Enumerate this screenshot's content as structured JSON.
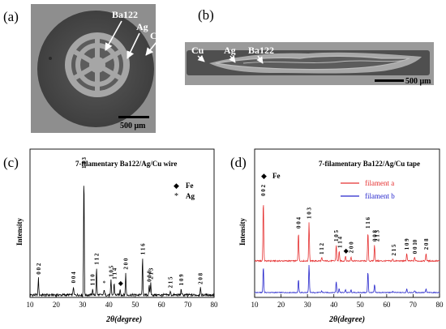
{
  "panels": {
    "a": {
      "label": "(a)",
      "scale_bar": "500 μm",
      "annotations": {
        "ba122": "Ba122",
        "ag": "Ag",
        "cu": "Cu"
      }
    },
    "b": {
      "label": "(b)",
      "scale_bar": "500 μm",
      "annotations": {
        "cu": "Cu",
        "ag": "Ag",
        "ba122": "Ba122"
      }
    },
    "c": {
      "label": "(c)"
    },
    "d": {
      "label": "(d)"
    }
  },
  "colors": {
    "black": "#000000",
    "red": "#e53030",
    "blue": "#2828cc",
    "sem_dark": "#4a4a4a",
    "sem_light": "#a8a8a8",
    "sem_bg": "#8f8f8f"
  },
  "chart_data": [
    {
      "type": "line",
      "title": "7-filamentary Ba122/Ag/Cu wire",
      "xlabel": "2θ(degree)",
      "ylabel": "Intensity",
      "xlim": [
        10,
        80
      ],
      "xticks": [
        10,
        20,
        30,
        40,
        50,
        60,
        70,
        80
      ],
      "grid": false,
      "legend": {
        "placement": "top-right",
        "entries": [
          {
            "symbol": "◆",
            "label": "Fe"
          },
          {
            "symbol": "*",
            "label": "Ag"
          }
        ]
      },
      "peaks": [
        {
          "x": 13.2,
          "y": 0.14
        },
        {
          "x": 26.5,
          "y": 0.07
        },
        {
          "x": 30.5,
          "y": 1.0
        },
        {
          "x": 33.8,
          "y": 0.05
        },
        {
          "x": 35.3,
          "y": 0.22
        },
        {
          "x": 38.2,
          "y": 0.05
        },
        {
          "x": 40.8,
          "y": 0.12
        },
        {
          "x": 42.0,
          "y": 0.1
        },
        {
          "x": 44.3,
          "y": 0.05
        },
        {
          "x": 46.4,
          "y": 0.18
        },
        {
          "x": 52.8,
          "y": 0.3
        },
        {
          "x": 55.3,
          "y": 0.08
        },
        {
          "x": 55.9,
          "y": 0.1
        },
        {
          "x": 63.4,
          "y": 0.03
        },
        {
          "x": 67.5,
          "y": 0.05
        },
        {
          "x": 74.8,
          "y": 0.06
        }
      ],
      "peak_labels": [
        {
          "text": "0 0 2",
          "x": 13.2
        },
        {
          "text": "0 0 4",
          "x": 26.5
        },
        {
          "text": "1 0 3",
          "x": 30.5
        },
        {
          "text": "1 1 0",
          "x": 33.8
        },
        {
          "text": "1 1 2",
          "x": 35.3
        },
        {
          "text": "1 0 5",
          "x": 40.8
        },
        {
          "text": "1 1 4",
          "x": 42.0
        },
        {
          "text": "2 0 0",
          "x": 46.4
        },
        {
          "text": "1 1 6",
          "x": 52.8
        },
        {
          "text": "0 0 8",
          "x": 55.3
        },
        {
          "text": "2 1 3",
          "x": 55.9
        },
        {
          "text": "2 1 5",
          "x": 63.4
        },
        {
          "text": "1 0 9",
          "x": 67.5
        },
        {
          "text": "2 0 8",
          "x": 74.8
        }
      ],
      "markers": [
        {
          "symbol": "*",
          "x": 38.2
        },
        {
          "symbol": "◆",
          "x": 44.5
        }
      ]
    },
    {
      "type": "line",
      "title": "7-filamentary Ba122/Ag/Cu tape",
      "xlabel": "2θ(degree)",
      "ylabel": "Intensity",
      "xlim": [
        10,
        80
      ],
      "xticks": [
        10,
        20,
        30,
        40,
        50,
        60,
        70,
        80
      ],
      "grid": false,
      "legend": {
        "placement": "top-right",
        "entries": [
          {
            "label": "filament a",
            "color": "#e53030"
          },
          {
            "label": "filament b",
            "color": "#2828cc"
          }
        ],
        "marker_note": {
          "symbol": "◆",
          "label": "Fe"
        }
      },
      "series": [
        {
          "name": "filament a",
          "color": "#e53030",
          "peaks": [
            {
              "x": 13.3,
              "y": 0.95
            },
            {
              "x": 26.6,
              "y": 0.45
            },
            {
              "x": 30.6,
              "y": 0.6
            },
            {
              "x": 35.4,
              "y": 0.05
            },
            {
              "x": 40.9,
              "y": 0.25
            },
            {
              "x": 42.0,
              "y": 0.15
            },
            {
              "x": 44.4,
              "y": 0.08
            },
            {
              "x": 46.5,
              "y": 0.07
            },
            {
              "x": 52.9,
              "y": 0.45
            },
            {
              "x": 55.4,
              "y": 0.25
            },
            {
              "x": 62.3,
              "y": 0.03
            },
            {
              "x": 67.6,
              "y": 0.12
            },
            {
              "x": 70.6,
              "y": 0.06
            },
            {
              "x": 74.9,
              "y": 0.12
            }
          ]
        },
        {
          "name": "filament b",
          "color": "#2828cc",
          "peaks": [
            {
              "x": 13.3,
              "y": 0.65
            },
            {
              "x": 26.6,
              "y": 0.32
            },
            {
              "x": 30.6,
              "y": 0.68
            },
            {
              "x": 35.4,
              "y": 0.04
            },
            {
              "x": 40.9,
              "y": 0.28
            },
            {
              "x": 42.0,
              "y": 0.1
            },
            {
              "x": 44.4,
              "y": 0.08
            },
            {
              "x": 46.5,
              "y": 0.06
            },
            {
              "x": 52.9,
              "y": 0.52
            },
            {
              "x": 55.4,
              "y": 0.2
            },
            {
              "x": 62.3,
              "y": 0.03
            },
            {
              "x": 67.6,
              "y": 0.1
            },
            {
              "x": 70.6,
              "y": 0.05
            },
            {
              "x": 74.9,
              "y": 0.09
            }
          ]
        }
      ],
      "peak_labels": [
        {
          "text": "0 0 2",
          "x": 13.3
        },
        {
          "text": "0 0 4",
          "x": 26.6
        },
        {
          "text": "1 0 3",
          "x": 30.6
        },
        {
          "text": "1 1 2",
          "x": 35.4
        },
        {
          "text": "1 0 5",
          "x": 40.9
        },
        {
          "text": "1 1 4",
          "x": 42.2
        },
        {
          "text": "2 0 0",
          "x": 46.5
        },
        {
          "text": "1 1 6",
          "x": 52.9
        },
        {
          "text": "0 0 8",
          "x": 55.4
        },
        {
          "text": "2 1 3",
          "x": 56.3
        },
        {
          "text": "2 1 5",
          "x": 62.6
        },
        {
          "text": "1 0 9",
          "x": 67.6
        },
        {
          "text": "0 0 10",
          "x": 70.6
        },
        {
          "text": "2 0 8",
          "x": 74.9
        }
      ],
      "markers": [
        {
          "symbol": "◆",
          "x": 44.6
        }
      ]
    }
  ]
}
